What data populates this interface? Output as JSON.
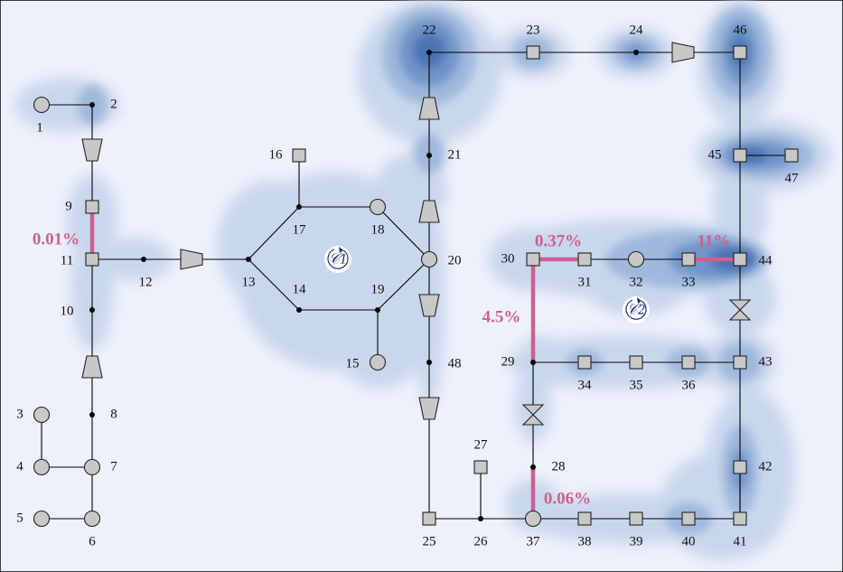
{
  "nodes": [
    {
      "id": "1",
      "label": "1",
      "shape": "circle"
    },
    {
      "id": "2",
      "label": "2",
      "shape": "dot"
    },
    {
      "id": "3",
      "label": "3",
      "shape": "circle"
    },
    {
      "id": "4",
      "label": "4",
      "shape": "circle"
    },
    {
      "id": "5",
      "label": "5",
      "shape": "circle"
    },
    {
      "id": "6",
      "label": "6",
      "shape": "circle"
    },
    {
      "id": "7",
      "label": "7",
      "shape": "circle"
    },
    {
      "id": "8",
      "label": "8",
      "shape": "dot"
    },
    {
      "id": "9",
      "label": "9",
      "shape": "square"
    },
    {
      "id": "10",
      "label": "10",
      "shape": "dot"
    },
    {
      "id": "11",
      "label": "11",
      "shape": "square"
    },
    {
      "id": "12",
      "label": "12",
      "shape": "dot"
    },
    {
      "id": "13",
      "label": "13",
      "shape": "dot"
    },
    {
      "id": "14",
      "label": "14",
      "shape": "dot"
    },
    {
      "id": "15",
      "label": "15",
      "shape": "circle"
    },
    {
      "id": "16",
      "label": "16",
      "shape": "square"
    },
    {
      "id": "17",
      "label": "17",
      "shape": "dot"
    },
    {
      "id": "18",
      "label": "18",
      "shape": "circle"
    },
    {
      "id": "19",
      "label": "19",
      "shape": "dot"
    },
    {
      "id": "20",
      "label": "20",
      "shape": "circle"
    },
    {
      "id": "21",
      "label": "21",
      "shape": "dot"
    },
    {
      "id": "22",
      "label": "22",
      "shape": "dot"
    },
    {
      "id": "23",
      "label": "23",
      "shape": "square"
    },
    {
      "id": "24",
      "label": "24",
      "shape": "dot"
    },
    {
      "id": "25",
      "label": "25",
      "shape": "square"
    },
    {
      "id": "26",
      "label": "26",
      "shape": "dot"
    },
    {
      "id": "27",
      "label": "27",
      "shape": "square"
    },
    {
      "id": "28",
      "label": "28",
      "shape": "dot"
    },
    {
      "id": "29",
      "label": "29",
      "shape": "dot"
    },
    {
      "id": "30",
      "label": "30",
      "shape": "square"
    },
    {
      "id": "31",
      "label": "31",
      "shape": "square"
    },
    {
      "id": "32",
      "label": "32",
      "shape": "circle"
    },
    {
      "id": "33",
      "label": "33",
      "shape": "square"
    },
    {
      "id": "34",
      "label": "34",
      "shape": "square"
    },
    {
      "id": "35",
      "label": "35",
      "shape": "square"
    },
    {
      "id": "36",
      "label": "36",
      "shape": "square"
    },
    {
      "id": "37",
      "label": "37",
      "shape": "circle"
    },
    {
      "id": "38",
      "label": "38",
      "shape": "square"
    },
    {
      "id": "39",
      "label": "39",
      "shape": "square"
    },
    {
      "id": "40",
      "label": "40",
      "shape": "square"
    },
    {
      "id": "41",
      "label": "41",
      "shape": "square"
    },
    {
      "id": "42",
      "label": "42",
      "shape": "square"
    },
    {
      "id": "43",
      "label": "43",
      "shape": "square"
    },
    {
      "id": "44",
      "label": "44",
      "shape": "square"
    },
    {
      "id": "45",
      "label": "45",
      "shape": "square"
    },
    {
      "id": "46",
      "label": "46",
      "shape": "square"
    },
    {
      "id": "47",
      "label": "47",
      "shape": "square"
    },
    {
      "id": "48",
      "label": "48",
      "shape": "dot"
    }
  ],
  "edges": [
    [
      "1",
      "2"
    ],
    [
      "2",
      "9"
    ],
    [
      "9",
      "11"
    ],
    [
      "11",
      "10"
    ],
    [
      "10",
      "7"
    ],
    [
      "7",
      "4"
    ],
    [
      "4",
      "3"
    ],
    [
      "7",
      "6"
    ],
    [
      "6",
      "5"
    ],
    [
      "11",
      "13"
    ],
    [
      "13",
      "17"
    ],
    [
      "13",
      "14"
    ],
    [
      "17",
      "16"
    ],
    [
      "17",
      "18"
    ],
    [
      "18",
      "20"
    ],
    [
      "20",
      "19"
    ],
    [
      "14",
      "19"
    ],
    [
      "19",
      "15"
    ],
    [
      "20",
      "22"
    ],
    [
      "22",
      "46"
    ],
    [
      "46",
      "45"
    ],
    [
      "45",
      "47"
    ],
    [
      "45",
      "44"
    ],
    [
      "44",
      "33"
    ],
    [
      "33",
      "32"
    ],
    [
      "32",
      "31"
    ],
    [
      "31",
      "30"
    ],
    [
      "30",
      "29"
    ],
    [
      "29",
      "37"
    ],
    [
      "29",
      "43"
    ],
    [
      "44",
      "43"
    ],
    [
      "43",
      "41"
    ],
    [
      "41",
      "42"
    ],
    [
      "37",
      "41"
    ],
    [
      "20",
      "25"
    ],
    [
      "25",
      "37"
    ],
    [
      "26",
      "27"
    ]
  ],
  "devices": [
    {
      "name": "transformer-2-9",
      "kind": "trapezoid-down"
    },
    {
      "name": "transformer-10-7",
      "kind": "trapezoid-up"
    },
    {
      "name": "transformer-12-13",
      "kind": "trapezoid-right"
    },
    {
      "name": "transformer-22-21",
      "kind": "trapezoid-up"
    },
    {
      "name": "transformer-21-20",
      "kind": "trapezoid-up"
    },
    {
      "name": "transformer-20-48",
      "kind": "trapezoid-down"
    },
    {
      "name": "transformer-48-25",
      "kind": "trapezoid-down"
    },
    {
      "name": "transformer-24-46",
      "kind": "trapezoid-right"
    },
    {
      "name": "valve-44-43",
      "kind": "valve-vertical"
    },
    {
      "name": "valve-29-28",
      "kind": "valve-vertical"
    }
  ],
  "highlights": [
    {
      "id": "9-11",
      "label": "0.01%"
    },
    {
      "id": "30-31",
      "label": "0.37%"
    },
    {
      "id": "33-44",
      "label": "11%"
    },
    {
      "id": "30-29",
      "label": "4.5%"
    },
    {
      "id": "28-37",
      "label": "0.06%"
    }
  ],
  "cycles": [
    {
      "name": "C1",
      "label": "𝒞1"
    },
    {
      "name": "C2",
      "label": "𝒞2"
    }
  ],
  "colors": {
    "background": "#eef0fb",
    "heat_levels": [
      "#c8d6ec",
      "#9fb8dc",
      "#7094c7",
      "#4a73b2"
    ],
    "highlight": "#cf5f8f",
    "node_fill": "#c8c8c8",
    "cycle_color": "#1a2f7a"
  }
}
